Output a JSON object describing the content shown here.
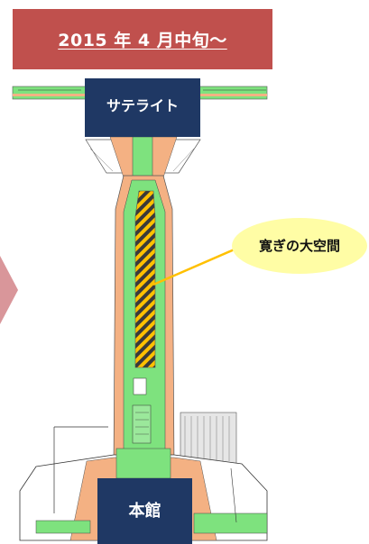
{
  "header": {
    "title": "2015 年 4 月中旬〜",
    "bg_color": "#c0504d"
  },
  "labels": {
    "satellite": "サテライト",
    "main_building": "本館",
    "callout": "寛ぎの大空間"
  },
  "colors": {
    "label_bg": "#1f3864",
    "corridor_orange": "#f4b183",
    "walkway_green": "#7ee27e",
    "callout_fill": "#fffda5",
    "hatch_yellow": "#ffc000",
    "side_arrow": "#d9969a"
  }
}
